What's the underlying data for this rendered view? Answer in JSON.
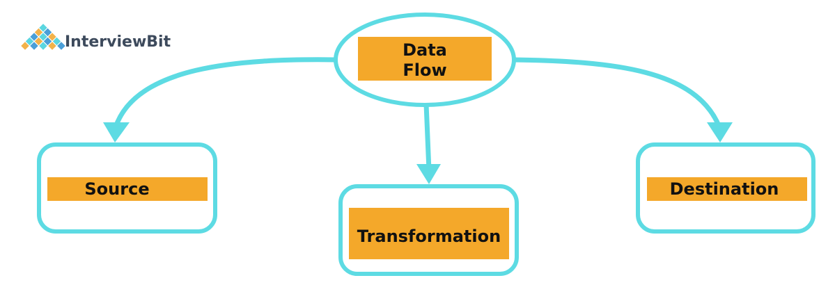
{
  "brand": {
    "name": "InterviewBit",
    "logo_icon": "diamond-grid-logo-icon",
    "logo_colors": [
      "#5bd6e0",
      "#f2b24a",
      "#4a9fd8"
    ]
  },
  "diagram": {
    "root": {
      "line1": "Data",
      "line2": "Flow"
    },
    "nodes": [
      {
        "id": "source",
        "label": "Source"
      },
      {
        "id": "transformation",
        "label": "Transformation"
      },
      {
        "id": "destination",
        "label": "Destination"
      }
    ]
  },
  "colors": {
    "outline": "#5ddbe3",
    "label_fill": "#f4a82a",
    "text": "#111111",
    "brand_text": "#3d4a5c"
  }
}
